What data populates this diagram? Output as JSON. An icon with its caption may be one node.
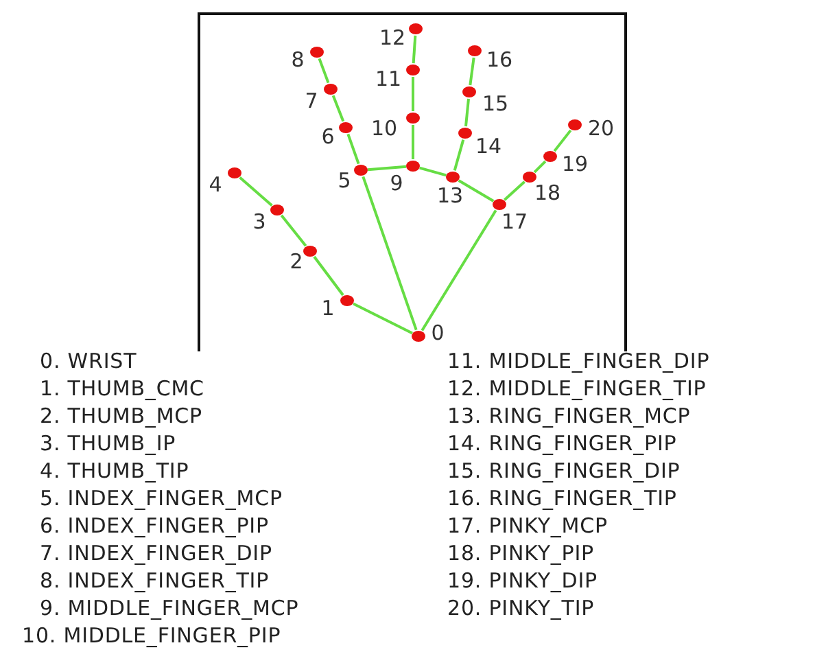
{
  "diagram": {
    "nodes": [
      {
        "text": [],
        "shape": "circle",
        "beside": [
          "0"
        ]
      },
      {
        "text": [],
        "shape": "circle",
        "beside": [
          "1"
        ]
      },
      {
        "text": [],
        "shape": "circle",
        "beside": [
          "2"
        ]
      },
      {
        "text": [],
        "shape": "circle",
        "beside": [
          "3"
        ]
      },
      {
        "text": [],
        "shape": "circle",
        "beside": [
          "4"
        ]
      },
      {
        "text": [],
        "shape": "circle",
        "beside": [
          "5"
        ]
      },
      {
        "text": [],
        "shape": "circle",
        "beside": [
          "6"
        ]
      },
      {
        "text": [],
        "shape": "circle",
        "beside": [
          "7"
        ]
      },
      {
        "text": [],
        "shape": "circle",
        "beside": [
          "8"
        ]
      },
      {
        "text": [],
        "shape": "circle",
        "beside": [
          "9"
        ]
      },
      {
        "text": [],
        "shape": "circle",
        "beside": [
          "10"
        ]
      },
      {
        "text": [],
        "shape": "circle",
        "beside": [
          "11"
        ]
      },
      {
        "text": [],
        "shape": "circle",
        "beside": [
          "12"
        ]
      },
      {
        "text": [],
        "shape": "circle",
        "beside": [
          "13"
        ]
      },
      {
        "text": [],
        "shape": "circle",
        "beside": [
          "14"
        ]
      },
      {
        "text": [],
        "shape": "circle",
        "beside": [
          "15"
        ]
      },
      {
        "text": [],
        "shape": "circle",
        "beside": [
          "16"
        ]
      },
      {
        "text": [],
        "shape": "circle",
        "beside": [
          "17"
        ]
      },
      {
        "text": [],
        "shape": "circle",
        "beside": [
          "18"
        ]
      },
      {
        "text": [],
        "shape": "circle",
        "beside": [
          "19"
        ]
      },
      {
        "text": [],
        "shape": "circle",
        "beside": [
          "20"
        ]
      }
    ],
    "edges": [
      {
        "from": 0,
        "to": 1,
        "arrow": "none"
      },
      {
        "from": 1,
        "to": 2,
        "arrow": "none"
      },
      {
        "from": 2,
        "to": 3,
        "arrow": "none"
      },
      {
        "from": 3,
        "to": 4,
        "arrow": "none"
      },
      {
        "from": 0,
        "to": 5,
        "arrow": "none"
      },
      {
        "from": 5,
        "to": 6,
        "arrow": "none"
      },
      {
        "from": 6,
        "to": 7,
        "arrow": "none"
      },
      {
        "from": 7,
        "to": 8,
        "arrow": "none"
      },
      {
        "from": 5,
        "to": 9,
        "arrow": "none"
      },
      {
        "from": 9,
        "to": 10,
        "arrow": "none"
      },
      {
        "from": 10,
        "to": 11,
        "arrow": "none"
      },
      {
        "from": 11,
        "to": 12,
        "arrow": "none"
      },
      {
        "from": 9,
        "to": 13,
        "arrow": "none"
      },
      {
        "from": 13,
        "to": 14,
        "arrow": "none"
      },
      {
        "from": 14,
        "to": 15,
        "arrow": "none"
      },
      {
        "from": 15,
        "to": 16,
        "arrow": "none"
      },
      {
        "from": 13,
        "to": 17,
        "arrow": "none"
      },
      {
        "from": 0,
        "to": 17,
        "arrow": "none"
      },
      {
        "from": 17,
        "to": 18,
        "arrow": "none"
      },
      {
        "from": 18,
        "to": 19,
        "arrow": "none"
      },
      {
        "from": 19,
        "to": 20,
        "arrow": "none"
      }
    ],
    "labels": [
      "0. WRIST",
      "1. THUMB_CMC",
      "2. THUMB_MCP",
      "3. THUMB_IP",
      "4. THUMB_TIP",
      "5. INDEX_FINGER_MCP",
      "6. INDEX_FINGER_PIP",
      "7. INDEX_FINGER_DIP",
      "8. INDEX_FINGER_TIP",
      "9. MIDDLE_FINGER_MCP",
      "10. MIDDLE_FINGER_PIP",
      "11. MIDDLE_FINGER_DIP",
      "12. MIDDLE_FINGER_TIP",
      "13. RING_FINGER_MCP",
      "14. RING_FINGER_PIP",
      "15. RING_FINGER_DIP",
      "16. RING_FINGER_TIP",
      "17. PINKY_MCP",
      "18. PINKY_PIP",
      "19. PINKY_DIP",
      "20. PINKY_TIP"
    ]
  }
}
